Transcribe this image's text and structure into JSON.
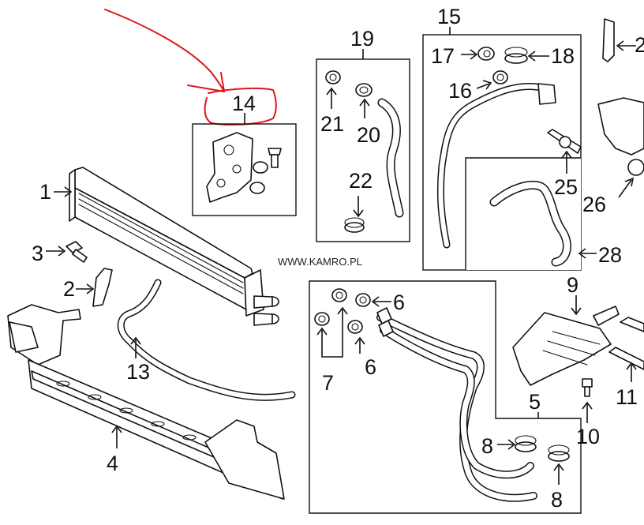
{
  "diagram": {
    "watermark": "WWW.KAMRO.PL",
    "callouts": {
      "c1": "1",
      "c2_left": "2",
      "c2_right": "2",
      "c3": "3",
      "c4": "4",
      "c5": "5",
      "c6_upper": "6",
      "c6_lower": "6",
      "c7": "7",
      "c8_left": "8",
      "c8_right": "8",
      "c9": "9",
      "c10": "10",
      "c11": "11",
      "c13": "13",
      "c14": "14",
      "c15": "15",
      "c16": "16",
      "c17": "17",
      "c18": "18",
      "c19": "19",
      "c20": "20",
      "c21": "21",
      "c22": "22",
      "c25": "25",
      "c26": "26",
      "c28": "28"
    },
    "highlight_color": "#e0141c"
  }
}
